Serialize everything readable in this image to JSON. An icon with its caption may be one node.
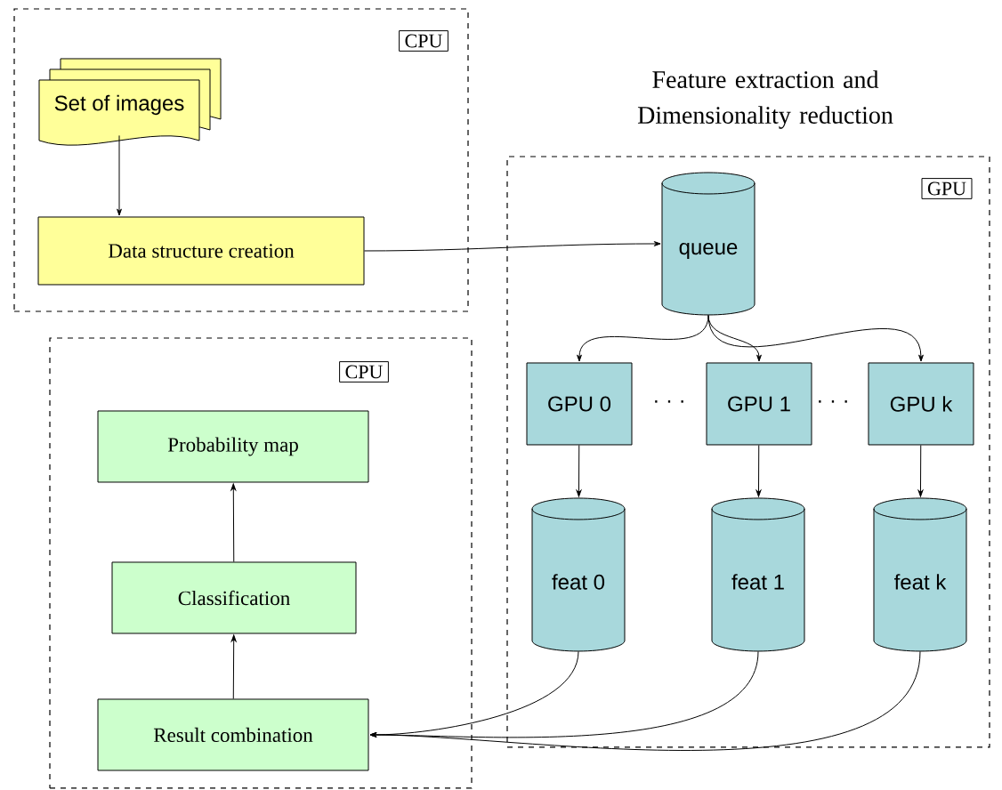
{
  "diagram": {
    "nodes": [
      {
        "text": [
          "CPU"
        ]
      },
      {
        "text": [
          "Set of images"
        ],
        "in": 0
      },
      {
        "text": [
          "Data structure creation"
        ],
        "in": 0
      },
      {
        "text": [
          "Feature extraction and Dimensionality reduction",
          "GPU"
        ]
      },
      {
        "text": [
          "queue"
        ],
        "in": 3
      },
      {
        "text": [
          "GPU 0"
        ],
        "in": 3
      },
      {
        "text": [
          "GPU 1"
        ],
        "in": 3
      },
      {
        "text": [
          "GPU k"
        ],
        "in": 3
      },
      {
        "text": [
          "feat 0"
        ],
        "in": 3
      },
      {
        "text": [
          "feat 1"
        ],
        "in": 3
      },
      {
        "text": [
          "feat k"
        ],
        "in": 3
      },
      {
        "text": [
          "CPU"
        ]
      },
      {
        "text": [
          "Probability map"
        ],
        "in": 11
      },
      {
        "text": [
          "Classification"
        ],
        "in": 11
      },
      {
        "text": [
          "Result combination"
        ],
        "in": 11
      }
    ],
    "edges": [
      {
        "from": 1,
        "to": 2,
        "arrow": "to"
      },
      {
        "from": 2,
        "to": 4,
        "arrow": "to"
      },
      {
        "from": 4,
        "to": 5,
        "arrow": "to"
      },
      {
        "from": 4,
        "to": 6,
        "arrow": "to"
      },
      {
        "from": 4,
        "to": 7,
        "arrow": "to"
      },
      {
        "from": 5,
        "to": 8,
        "arrow": "to"
      },
      {
        "from": 6,
        "to": 9,
        "arrow": "to"
      },
      {
        "from": 7,
        "to": 10,
        "arrow": "to"
      },
      {
        "from": 8,
        "to": 14,
        "arrow": "to"
      },
      {
        "from": 9,
        "to": 14,
        "arrow": "to"
      },
      {
        "from": 10,
        "to": 14,
        "arrow": "to"
      },
      {
        "from": 14,
        "to": 13,
        "arrow": "to"
      },
      {
        "from": 13,
        "to": 12,
        "arrow": "to"
      }
    ],
    "labels": [
      "· · ·",
      "· · ·"
    ]
  }
}
